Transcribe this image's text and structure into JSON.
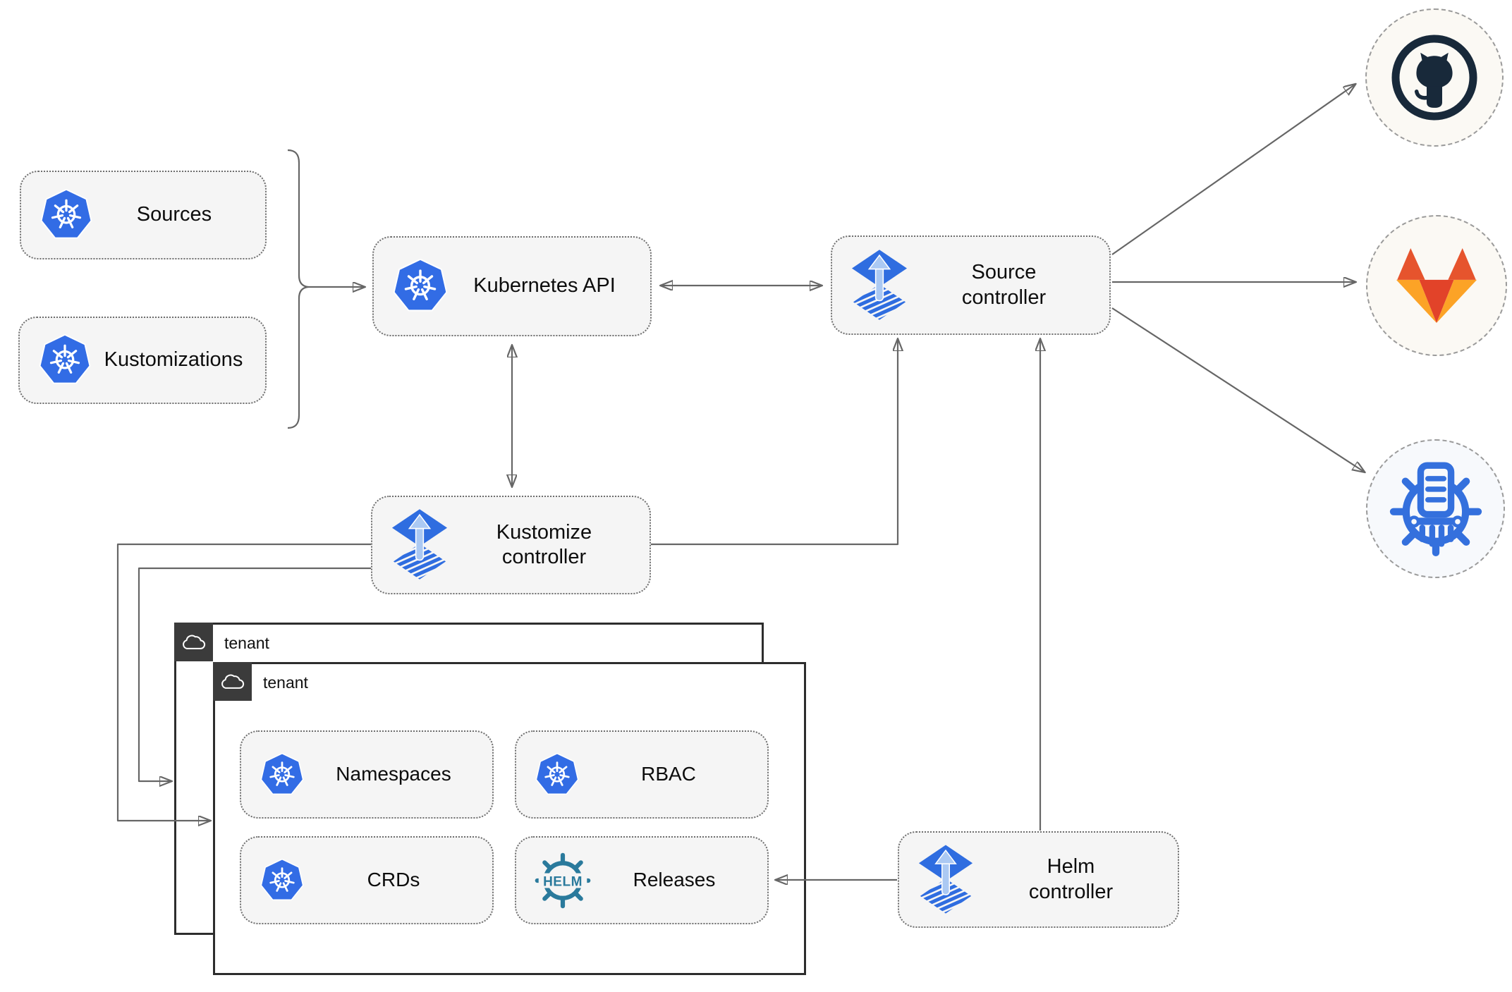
{
  "diagram": {
    "nodes": {
      "sources": {
        "label": "Sources"
      },
      "kustomizations": {
        "label": "Kustomizations"
      },
      "kubernetes_api": {
        "label": "Kubernetes API"
      },
      "source_controller": {
        "label": "Source controller"
      },
      "kustomize_controller": {
        "label": "Kustomize controller"
      },
      "helm_controller": {
        "label": "Helm controller"
      },
      "namespaces": {
        "label": "Namespaces"
      },
      "rbac": {
        "label": "RBAC"
      },
      "crds": {
        "label": "CRDs"
      },
      "releases": {
        "label": "Releases"
      }
    },
    "tenants": {
      "back": {
        "label": "tenant"
      },
      "front": {
        "label": "tenant"
      }
    },
    "icons": {
      "kubernetes": "kubernetes-wheel-icon",
      "flux": "flux-arrow-diamond-icon",
      "helm": "helm-wheel-icon",
      "helm_logo_text": "HELM",
      "cloud": "cloud-icon",
      "github": "github-octocat-icon",
      "gitlab": "gitlab-tanuki-icon",
      "helm_repository": "chart-repository-icon"
    },
    "colors": {
      "kubernetes_blue": "#326ce5",
      "flux_blue": "#2f6de0",
      "flux_light_arrow": "#abc9f3",
      "helm_teal": "#2a7a9c",
      "github_dark": "#18293a",
      "gitlab_red": "#e24329",
      "gitlab_ear": "#e6542d",
      "gitlab_amber": "#fca326",
      "chart_repo_blue": "#3470dd",
      "line_gray": "#666666",
      "node_background": "#f5f5f5",
      "tenant_header_background": "#3b3b3b"
    }
  }
}
